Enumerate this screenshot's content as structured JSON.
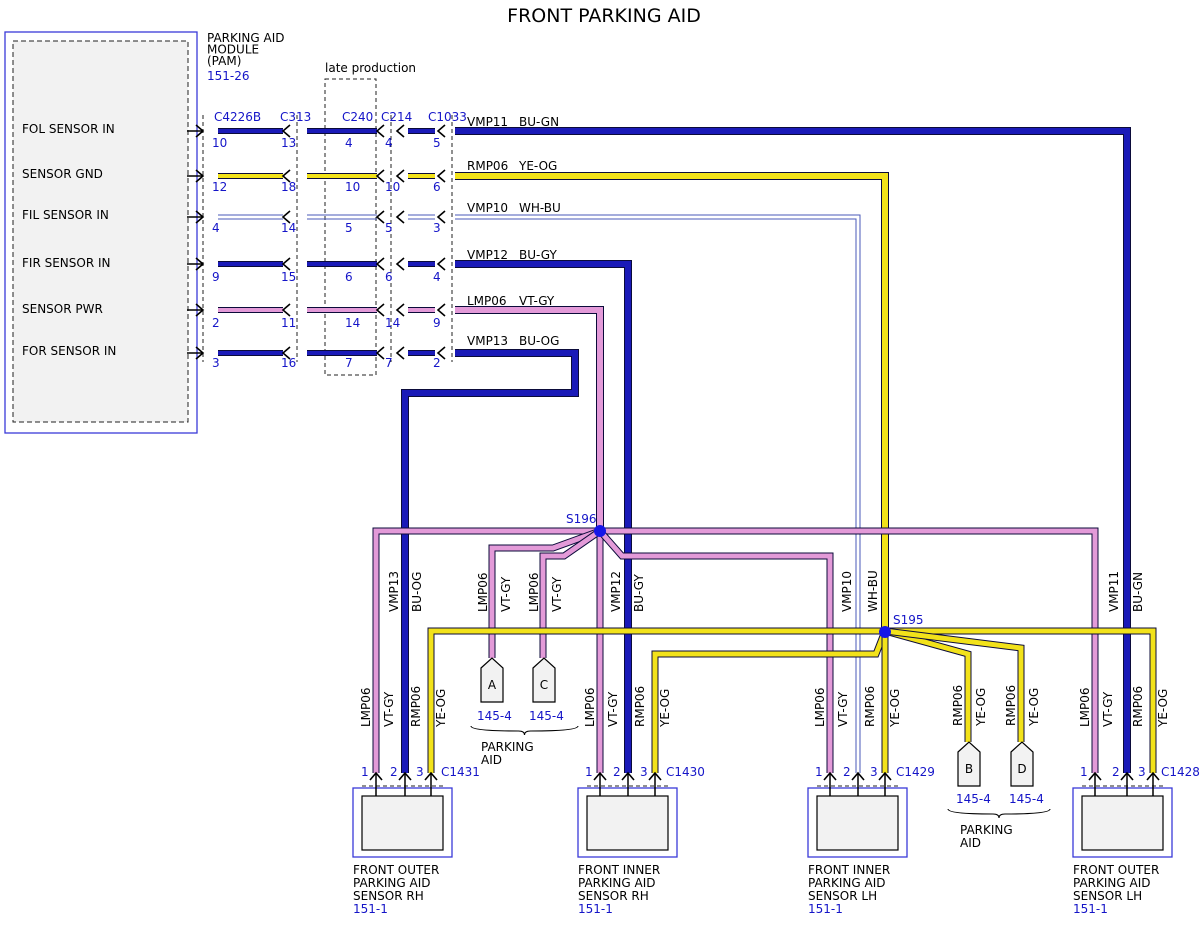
{
  "title": "FRONT PARKING AID",
  "module": {
    "name_lines": [
      "PARKING AID",
      "MODULE",
      "(PAM)"
    ],
    "ref": "151-26",
    "pins": [
      "FOL SENSOR IN",
      "SENSOR GND",
      "FIL SENSOR IN",
      "FIR SENSOR IN",
      "SENSOR PWR",
      "FOR SENSOR IN"
    ]
  },
  "late_production_label": "late production",
  "connectors": [
    "C4226B",
    "C313",
    "C240",
    "C214",
    "C1033"
  ],
  "pin_numbers": {
    "C4226B": [
      "10",
      "12",
      "4",
      "9",
      "2",
      "3"
    ],
    "C313": [
      "13",
      "18",
      "14",
      "15",
      "11",
      "16"
    ],
    "C240": [
      "4",
      "10",
      "5",
      "6",
      "14",
      "7"
    ],
    "C214": [
      "4",
      "10",
      "5",
      "6",
      "14",
      "7"
    ],
    "C1033": [
      "5",
      "6",
      "3",
      "4",
      "9",
      "2"
    ]
  },
  "circuits": [
    {
      "code": "VMP11",
      "color_code": "BU-GN"
    },
    {
      "code": "RMP06",
      "color_code": "YE-OG"
    },
    {
      "code": "VMP10",
      "color_code": "WH-BU"
    },
    {
      "code": "VMP12",
      "color_code": "BU-GY"
    },
    {
      "code": "LMP06",
      "color_code": "VT-GY"
    },
    {
      "code": "VMP13",
      "color_code": "BU-OG"
    }
  ],
  "splices": [
    "S196",
    "S195"
  ],
  "references": [
    {
      "letter": "A",
      "page": "145-4"
    },
    {
      "letter": "C",
      "page": "145-4"
    },
    {
      "letter": "B",
      "page": "145-4"
    },
    {
      "letter": "D",
      "page": "145-4"
    }
  ],
  "parking_aid_label": [
    "PARKING",
    "AID"
  ],
  "vertical_labels": {
    "s196_branch_a": [
      "LMP06",
      "VT-GY"
    ],
    "s196_branch_c": [
      "LMP06",
      "VT-GY"
    ],
    "vmp13": [
      "VMP13",
      "BU-OG"
    ],
    "vmp12": [
      "VMP12",
      "BU-GY"
    ],
    "vmp10": [
      "VMP10",
      "WH-BU"
    ],
    "vmp11": [
      "VMP11",
      "BU-GN"
    ],
    "s195_branch_b": [
      "RMP06",
      "YE-OG"
    ],
    "s195_branch_d": [
      "RMP06",
      "YE-OG"
    ]
  },
  "sensors": [
    {
      "connector": "C1431",
      "name_lines": [
        "FRONT OUTER",
        "PARKING AID",
        "SENSOR RH"
      ],
      "ref": "151-1",
      "wires": [
        [
          "LMP06",
          "VT-GY"
        ],
        [
          "VMP13",
          "BU-OG"
        ],
        [
          "RMP06",
          "YE-OG"
        ]
      ],
      "pins": [
        "1",
        "2",
        "3"
      ]
    },
    {
      "connector": "C1430",
      "name_lines": [
        "FRONT INNER",
        "PARKING AID",
        "SENSOR RH"
      ],
      "ref": "151-1",
      "wires": [
        [
          "LMP06",
          "VT-GY"
        ],
        [
          "VMP12",
          "BU-GY"
        ],
        [
          "RMP06",
          "YE-OG"
        ]
      ],
      "pins": [
        "1",
        "2",
        "3"
      ]
    },
    {
      "connector": "C1429",
      "name_lines": [
        "FRONT INNER",
        "PARKING AID",
        "SENSOR LH"
      ],
      "ref": "151-1",
      "wires": [
        [
          "LMP06",
          "VT-GY"
        ],
        [
          "VMP10",
          "WH-BU"
        ],
        [
          "RMP06",
          "YE-OG"
        ]
      ],
      "pins": [
        "1",
        "2",
        "3"
      ]
    },
    {
      "connector": "C1428",
      "name_lines": [
        "FRONT OUTER",
        "PARKING AID",
        "SENSOR LH"
      ],
      "ref": "151-1",
      "wires": [
        [
          "LMP06",
          "VT-GY"
        ],
        [
          "VMP11",
          "BU-GN"
        ],
        [
          "RMP06",
          "YE-OG"
        ]
      ],
      "pins": [
        "1",
        "2",
        "3"
      ]
    }
  ],
  "colors": {
    "BU": "#1a1ab8",
    "YE": "#f2e21a",
    "VT": "#e39ad8",
    "WH-BU": "#9aa8e0",
    "ref_text": "#1515c8",
    "splice": "#1515e8",
    "module_fill": "#f2f2f2"
  }
}
